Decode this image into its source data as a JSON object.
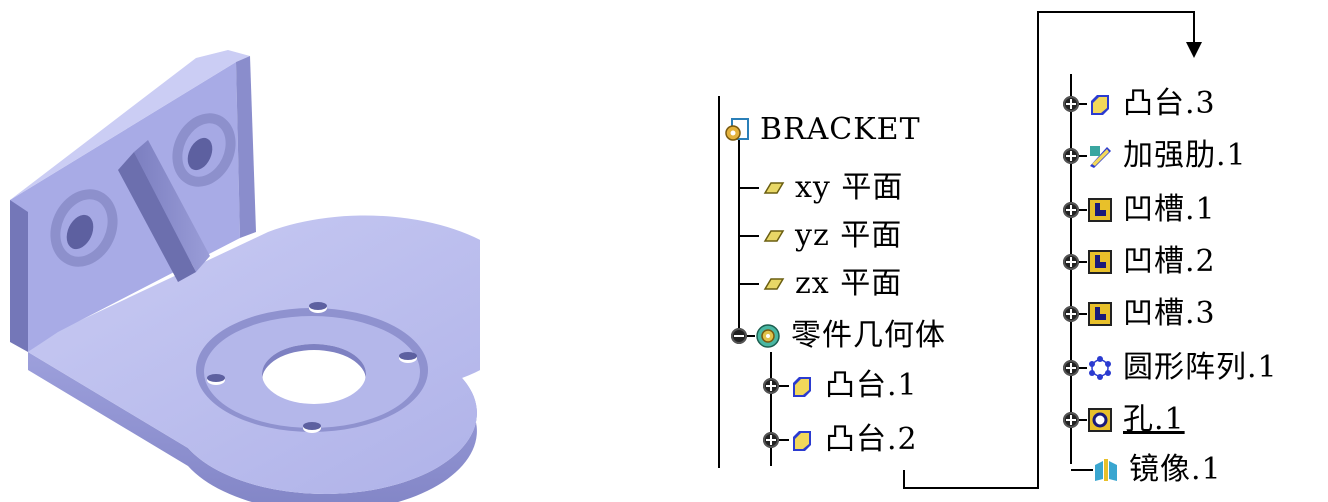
{
  "tree_left": {
    "root": {
      "label": "BRACKET",
      "icon": "part-document-icon"
    },
    "planes": [
      {
        "label": "xy 平面",
        "icon": "plane-icon"
      },
      {
        "label": "yz 平面",
        "icon": "plane-icon"
      },
      {
        "label": "zx 平面",
        "icon": "plane-icon"
      }
    ],
    "body": {
      "label": "零件几何体",
      "icon": "part-body-icon"
    },
    "features": [
      {
        "label": "凸台.1",
        "icon": "pad-icon"
      },
      {
        "label": "凸台.2",
        "icon": "pad-icon"
      }
    ]
  },
  "tree_right": {
    "features": [
      {
        "label": "凸台.3",
        "icon": "pad-icon"
      },
      {
        "label": "加强肋.1",
        "icon": "stiffener-icon"
      },
      {
        "label": "凹槽.1",
        "icon": "pocket-icon"
      },
      {
        "label": "凹槽.2",
        "icon": "pocket-icon"
      },
      {
        "label": "凹槽.3",
        "icon": "pocket-icon"
      },
      {
        "label": "圆形阵列.1",
        "icon": "circular-pattern-icon"
      },
      {
        "label": "孔.1",
        "icon": "hole-icon"
      },
      {
        "label": "镜像.1",
        "icon": "mirror-icon"
      }
    ]
  },
  "colors": {
    "model_face_top": "#b9bcec",
    "model_face_side": "#8f92cf",
    "model_face_dark": "#6c6fae",
    "pad_icon": "#2b3bd0",
    "plane_icon": "#e8d766",
    "pocket_icon": "#e8c02a"
  }
}
